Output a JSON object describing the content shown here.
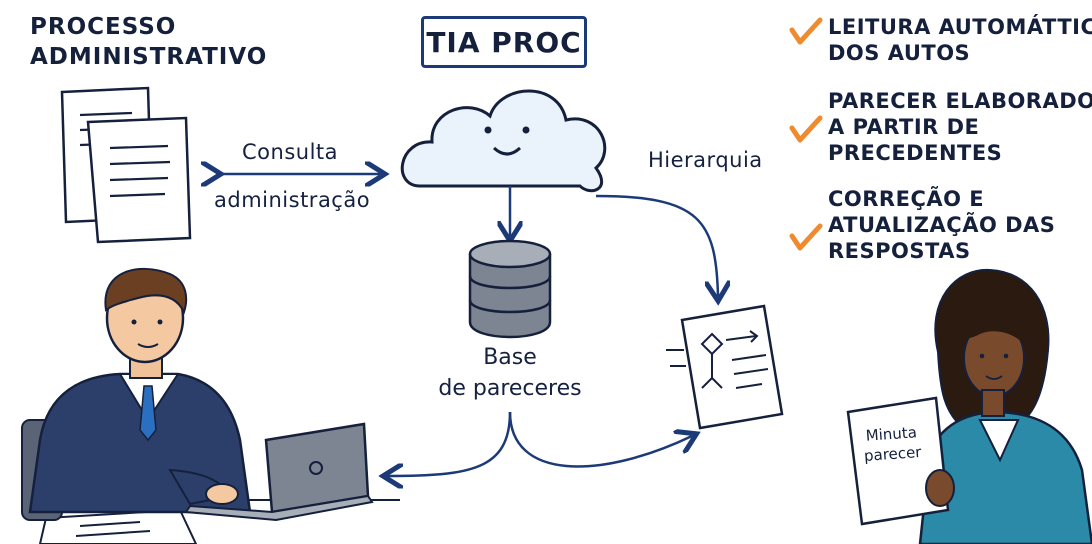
{
  "header": {
    "line1": "PROCESSO",
    "line2": "ADMINISTRATIVO"
  },
  "title": "TIA PROC",
  "edges": {
    "consulta": "Consulta",
    "administracao": "administração",
    "hierarquia": "Hierarquia"
  },
  "base": {
    "line1": "Base",
    "line2": "de pareceres"
  },
  "checklist": [
    {
      "line1": "LEITURA AUTOMÁTTICA",
      "line2": "DOS AUTOS"
    },
    {
      "line1": "PARECER ELABORADO",
      "line2": "A PARTIR DE",
      "line3": "PRECEDENTES"
    },
    {
      "line1": "CORREÇÃO E",
      "line2": "ATUALIZAÇÃO DAS",
      "line3": "RESPOSTAS"
    }
  ],
  "minuta": {
    "line1": "Minuta",
    "line2": "parecer"
  },
  "colors": {
    "ink": "#15203c",
    "arrow": "#1d3a78",
    "check": "#ef8a2e",
    "suit_man": "#2c3f6b",
    "jacket_woman": "#2a8aa8",
    "cloud": "#eaf2fb"
  }
}
